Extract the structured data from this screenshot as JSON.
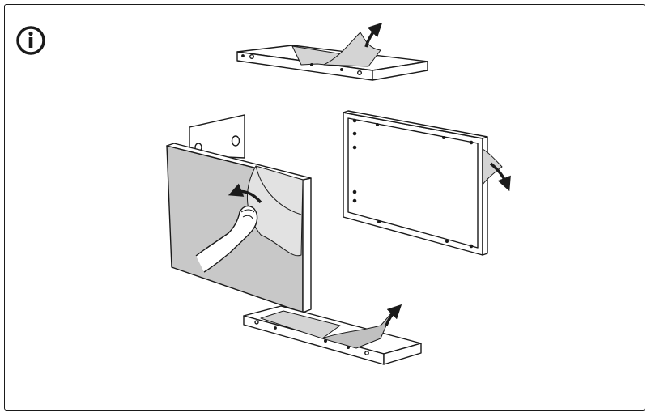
{
  "figure": {
    "info_icon": "info-icon",
    "colors": {
      "stroke": "#1a1a1a",
      "film": "#d4d4d4",
      "film_dark": "#b8b8b8",
      "panel_face": "#ffffff"
    },
    "parts": [
      "top-shelf-panel",
      "back-panel",
      "side-panel-with-hand",
      "frame-panel",
      "bottom-shelf-panel"
    ],
    "arrows": [
      "peel-arrow-top",
      "peel-arrow-left",
      "peel-arrow-right",
      "peel-arrow-bottom"
    ]
  }
}
